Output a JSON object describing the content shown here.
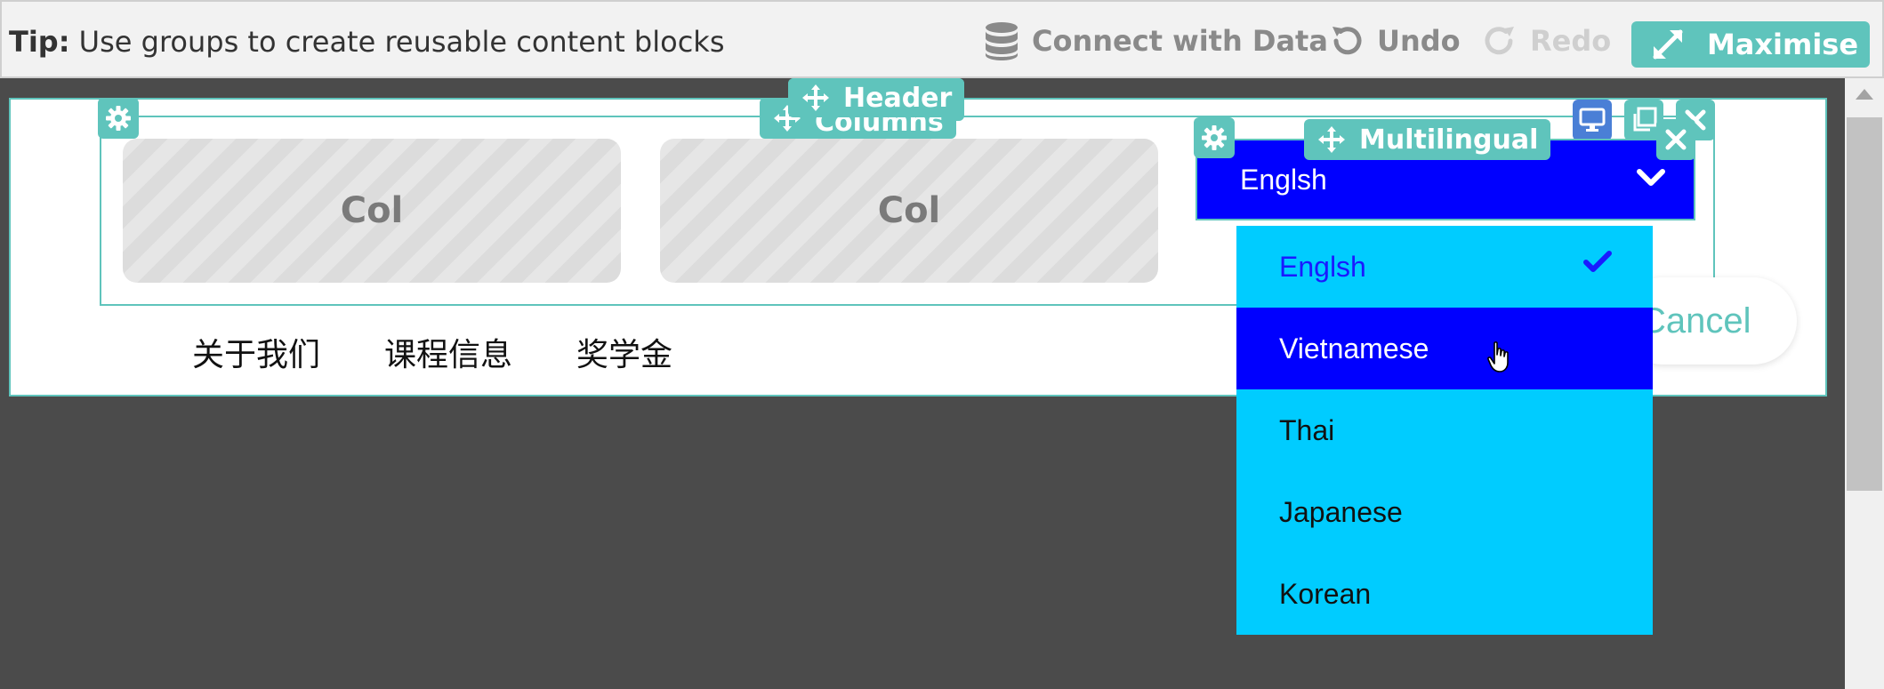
{
  "toolbar": {
    "tip_label": "Tip:",
    "tip_text": " Use groups to create reusable content blocks",
    "connect_label": "Connect with Data",
    "undo_label": "Undo",
    "redo_label": "Redo",
    "maximise_label": "Maximise"
  },
  "blocks": {
    "header_label": "Header",
    "columns_label": "Columns",
    "multilingual_label": "Multilingual"
  },
  "columns": [
    {
      "label": "Col"
    },
    {
      "label": "Col"
    }
  ],
  "language_select": {
    "selected": "Englsh",
    "options": [
      "Englsh",
      "Vietnamese",
      "Thai",
      "Japanese",
      "Korean"
    ],
    "hovered": "Vietnamese"
  },
  "nav": {
    "items": [
      "关于我们",
      "课程信息",
      "奖学金"
    ]
  },
  "cancel_label": "Cancel",
  "colors": {
    "accent": "#5fc4bc",
    "select_bg": "#0000ff",
    "dropdown_bg": "#00ccff",
    "canvas_bg": "#4b4b4b",
    "device_button": "#4a7fd6"
  }
}
